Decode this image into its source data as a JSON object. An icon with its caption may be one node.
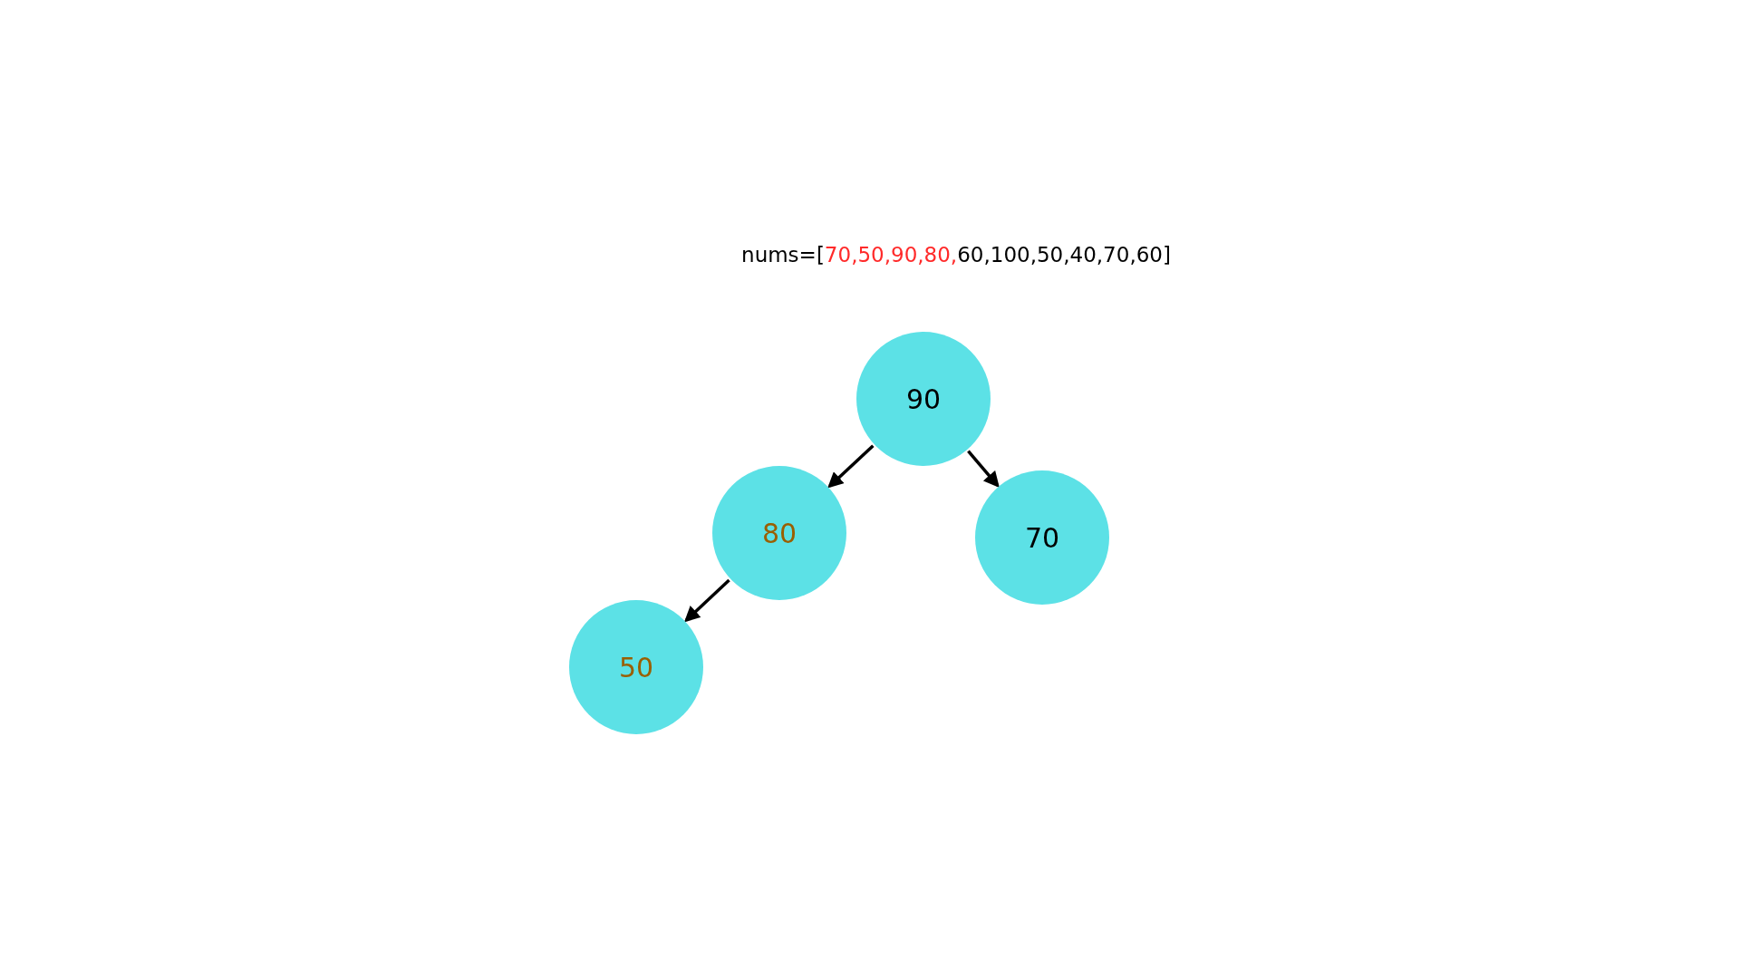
{
  "diagram": {
    "nodes": [
      {
        "text": [
          "90"
        ]
      },
      {
        "text": [
          "80"
        ]
      },
      {
        "text": [
          "70"
        ]
      },
      {
        "text": [
          "50"
        ]
      }
    ],
    "edges": [
      {
        "from": 0,
        "to": 1,
        "arrow": "to"
      },
      {
        "from": 0,
        "to": 2,
        "arrow": "to"
      },
      {
        "from": 1,
        "to": 3,
        "arrow": "to"
      }
    ],
    "labels": [
      "nums=[",
      "70,50,90,80,",
      "60,100,50,40,70,60]"
    ]
  }
}
